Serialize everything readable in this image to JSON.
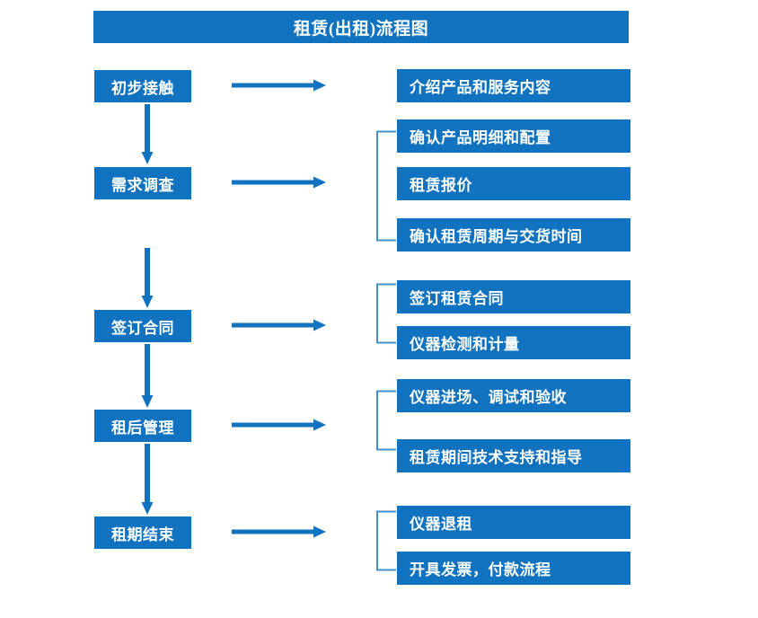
{
  "title": "租赁(出租)流程图",
  "colors": {
    "box_fill": "#1172c0",
    "box_text": "#ffffff",
    "arrow": "#1172c0",
    "bracket": "#4a90c8",
    "background": "#ffffff"
  },
  "stages": [
    {
      "label": "初步接触"
    },
    {
      "label": "需求调查"
    },
    {
      "label": "签订合同"
    },
    {
      "label": "租后管理"
    },
    {
      "label": "租期结束"
    }
  ],
  "groups": [
    {
      "stage": "初步接触",
      "bracket": false,
      "items": [
        {
          "label": "介绍产品和服务内容"
        }
      ]
    },
    {
      "stage": "需求调查",
      "bracket": true,
      "items": [
        {
          "label": "确认产品明细和配置"
        },
        {
          "label": "租赁报价"
        },
        {
          "label": "确认租赁周期与交货时间"
        }
      ]
    },
    {
      "stage": "签订合同",
      "bracket": true,
      "items": [
        {
          "label": "签订租赁合同"
        },
        {
          "label": "仪器检测和计量"
        }
      ]
    },
    {
      "stage": "租后管理",
      "bracket": true,
      "items": [
        {
          "label": "仪器进场、调试和验收"
        },
        {
          "label": "租赁期间技术支持和指导"
        }
      ]
    },
    {
      "stage": "租期结束",
      "bracket": true,
      "items": [
        {
          "label": "仪器退租"
        },
        {
          "label": "开具发票，付款流程"
        }
      ]
    }
  ]
}
